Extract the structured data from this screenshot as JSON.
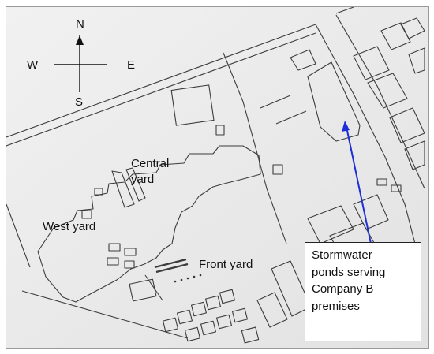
{
  "compass": {
    "n": "N",
    "s": "S",
    "e": "E",
    "w": "W"
  },
  "labels": {
    "central_yard_line1": "Central",
    "central_yard_line2": "yard",
    "west_yard": "West yard",
    "front_yard": "Front yard"
  },
  "callout": {
    "lines": [
      "Stormwater",
      "ponds serving",
      "Company B",
      "premises"
    ]
  },
  "colors": {
    "background": "#e9e9e9",
    "linework": "#3c3c3c",
    "arrow": "#1f2fd6",
    "callout_bg": "#ffffff"
  },
  "icons": [
    "compass-cross-icon",
    "north-arrowhead-icon",
    "pointer-arrow-icon"
  ]
}
